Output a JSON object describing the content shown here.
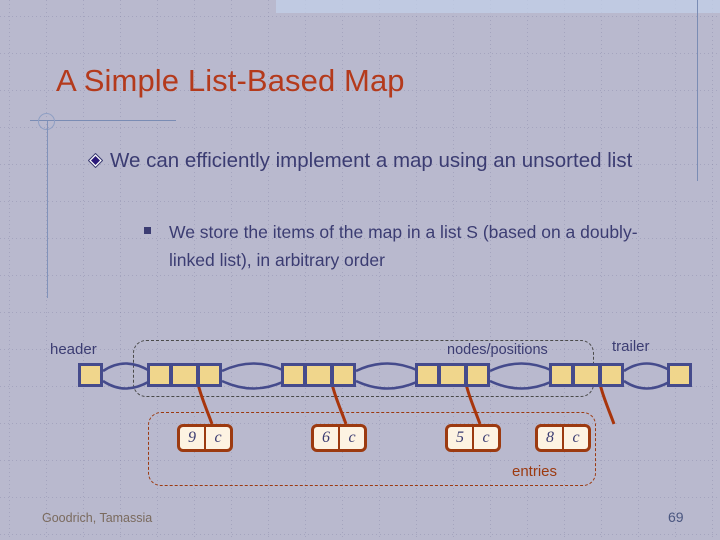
{
  "slide": {
    "title": "A Simple List-Based Map",
    "title_color": "#b43a1c",
    "body_color": "#3b3c72",
    "accent_color": "#9c3a10",
    "node_fill": "#f0d68c",
    "node_border": "#454b8c"
  },
  "bullets": [
    {
      "level": 1,
      "marker": "diamond-bullet-icon",
      "text": "We can efficiently implement a map using an unsorted list"
    },
    {
      "level": 2,
      "marker": "square-bullet-icon",
      "text": "We store the items of the map in a list S (based on a doubly-linked list), in arbitrary order"
    }
  ],
  "diagram": {
    "labels": {
      "header": "header",
      "nodes": "nodes/positions",
      "trailer": "trailer",
      "entries": "entries"
    },
    "sentinels": [
      {
        "name": "header",
        "cells": 1
      },
      {
        "name": "trailer",
        "cells": 1
      }
    ],
    "nodes": [
      {
        "cells": 3,
        "has_element_pointer": true
      },
      {
        "cells": 3,
        "has_element_pointer": true
      },
      {
        "cells": 3,
        "has_element_pointer": true
      },
      {
        "cells": 3,
        "has_element_pointer": true
      }
    ],
    "entries": [
      {
        "key": "9",
        "value": "c"
      },
      {
        "key": "6",
        "value": "c"
      },
      {
        "key": "5",
        "value": "c"
      },
      {
        "key": "8",
        "value": "c"
      }
    ]
  },
  "footer": {
    "authors": "Goodrich, Tamassia",
    "page": "69"
  }
}
